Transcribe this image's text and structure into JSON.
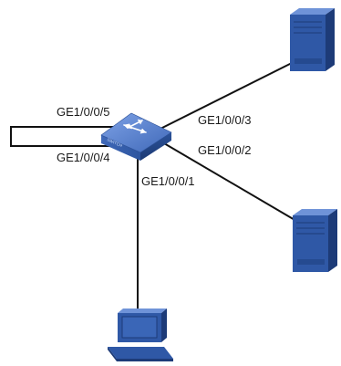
{
  "diagram": {
    "switch": {
      "icon": "switch-icon",
      "text": "SWITCH"
    },
    "ports": {
      "p5": "GE1/0/0/5",
      "p4": "GE1/0/0/4",
      "p3": "GE1/0/0/3",
      "p2": "GE1/0/0/2",
      "p1": "GE1/0/0/1"
    },
    "devices": [
      {
        "icon": "server-icon"
      },
      {
        "icon": "server-icon"
      },
      {
        "icon": "pc-icon"
      }
    ],
    "colors": {
      "device_blue": "#2f58a6",
      "device_light": "#6f93d8",
      "device_dark": "#1d3b78",
      "line": "#111111"
    }
  }
}
